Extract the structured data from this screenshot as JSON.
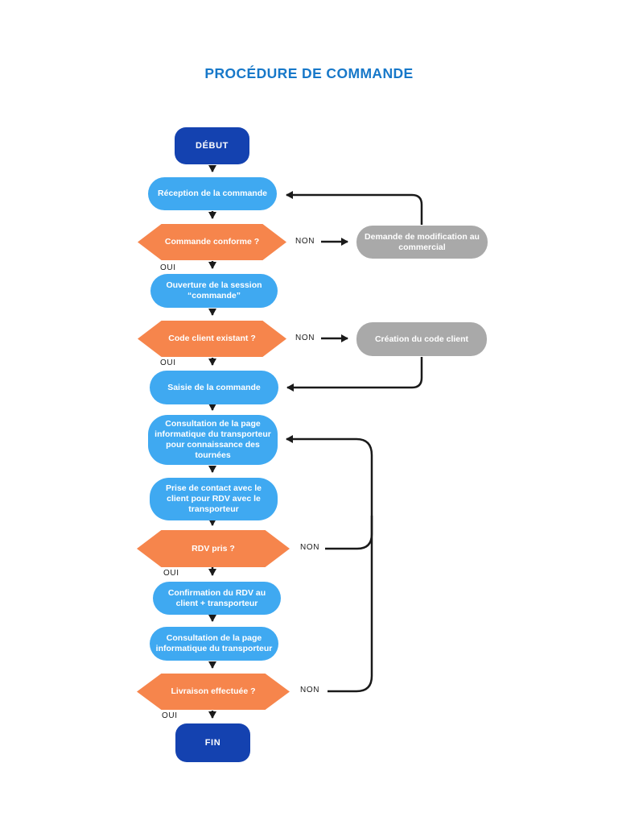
{
  "page": {
    "title": "PROCÉDURE DE COMMANDE"
  },
  "colors": {
    "title": "#1778C9",
    "terminal": "#1442B0",
    "process": "#3FA9F1",
    "decision": "#F6854C",
    "external": "#A9A9A9",
    "connector": "#1A1A1A",
    "background": "#FFFFFF"
  },
  "flow": {
    "nodes": [
      {
        "id": "debut",
        "type": "terminal",
        "label": "DÉBUT"
      },
      {
        "id": "reception",
        "type": "process",
        "label": "Réception de la commande"
      },
      {
        "id": "commande-conforme",
        "type": "decision",
        "label": "Commande conforme ?"
      },
      {
        "id": "demande-modification",
        "type": "external",
        "label": "Demande de modification au\ncommercial"
      },
      {
        "id": "ouverture-session",
        "type": "process",
        "label": "Ouverture de la session\n“commande”"
      },
      {
        "id": "code-client-existant",
        "type": "decision",
        "label": "Code client existant ?"
      },
      {
        "id": "creation-code-client",
        "type": "external",
        "label": "Création du code client"
      },
      {
        "id": "saisie-commande",
        "type": "process",
        "label": "Saisie de la commande"
      },
      {
        "id": "consultation-tournees",
        "type": "process",
        "label": "Consultation de la page\ninformatique du transporteur\npour connaissance des\ntournées"
      },
      {
        "id": "prise-contact",
        "type": "process",
        "label": "Prise de contact avec le\nclient pour RDV avec le\ntransporteur"
      },
      {
        "id": "rdv-pris",
        "type": "decision",
        "label": "RDV pris ?"
      },
      {
        "id": "confirmation-rdv",
        "type": "process",
        "label": "Confirmation du RDV au\nclient + transporteur"
      },
      {
        "id": "consultation-transporteur",
        "type": "process",
        "label": "Consultation de la page\ninformatique du transporteur"
      },
      {
        "id": "livraison-effectuee",
        "type": "decision",
        "label": "Livraison effectuée ?"
      },
      {
        "id": "fin",
        "type": "terminal",
        "label": "FIN"
      }
    ],
    "edges": [
      {
        "from": "debut",
        "to": "reception",
        "label": ""
      },
      {
        "from": "reception",
        "to": "commande-conforme",
        "label": ""
      },
      {
        "from": "commande-conforme",
        "to": "demande-modification",
        "label": "NON"
      },
      {
        "from": "commande-conforme",
        "to": "ouverture-session",
        "label": "OUI"
      },
      {
        "from": "demande-modification",
        "to": "reception",
        "label": ""
      },
      {
        "from": "ouverture-session",
        "to": "code-client-existant",
        "label": ""
      },
      {
        "from": "code-client-existant",
        "to": "creation-code-client",
        "label": "NON"
      },
      {
        "from": "code-client-existant",
        "to": "saisie-commande",
        "label": "OUI"
      },
      {
        "from": "creation-code-client",
        "to": "saisie-commande",
        "label": ""
      },
      {
        "from": "saisie-commande",
        "to": "consultation-tournees",
        "label": ""
      },
      {
        "from": "consultation-tournees",
        "to": "prise-contact",
        "label": ""
      },
      {
        "from": "prise-contact",
        "to": "rdv-pris",
        "label": ""
      },
      {
        "from": "rdv-pris",
        "to": "consultation-tournees",
        "label": "NON"
      },
      {
        "from": "rdv-pris",
        "to": "confirmation-rdv",
        "label": "OUI"
      },
      {
        "from": "confirmation-rdv",
        "to": "consultation-transporteur",
        "label": ""
      },
      {
        "from": "consultation-transporteur",
        "to": "livraison-effectuee",
        "label": ""
      },
      {
        "from": "livraison-effectuee",
        "to": "consultation-tournees",
        "label": "NON"
      },
      {
        "from": "livraison-effectuee",
        "to": "fin",
        "label": "OUI"
      }
    ]
  }
}
